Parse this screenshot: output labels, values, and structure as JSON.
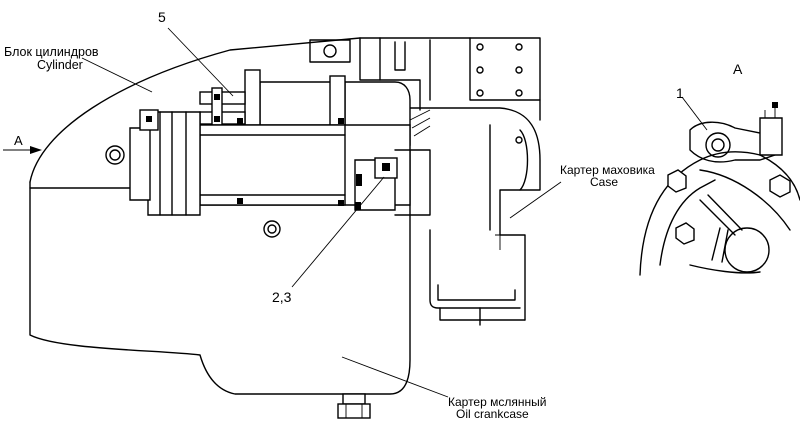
{
  "labels": {
    "cylinder_block_ru": "Блок цилиндров",
    "cylinder_block_en": "Cylinder",
    "view_arrow": "A",
    "callout_5": "5",
    "callout_23": "2,3",
    "flywheel_case_ru": "Картер маховика",
    "flywheel_case_en": "Case",
    "oil_crankcase_ru": "Картер мслянный",
    "oil_crankcase_en": "Oil crankcase",
    "view_title": "A",
    "callout_1": "1"
  }
}
